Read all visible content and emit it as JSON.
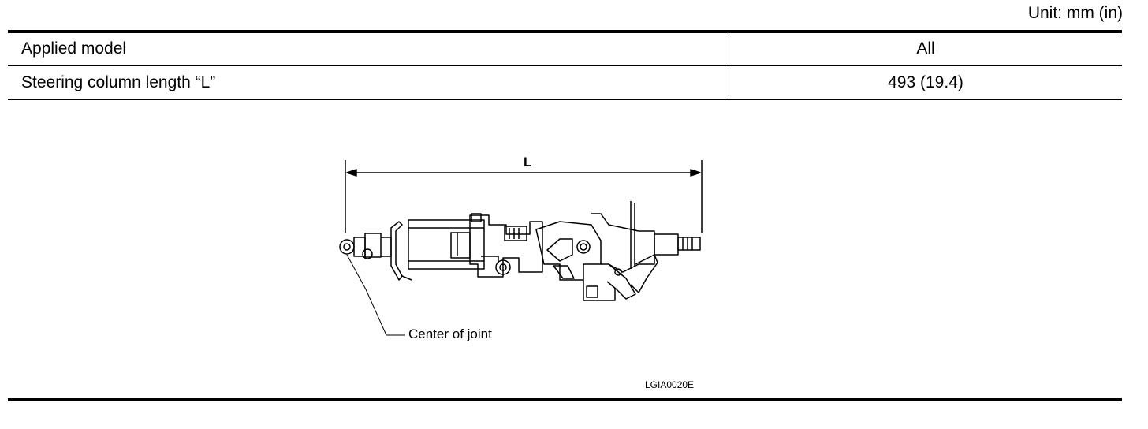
{
  "unit_note": "Unit: mm (in)",
  "table": {
    "rows": [
      {
        "label": "Applied model",
        "value": "All"
      },
      {
        "label": "Steering column length “L”",
        "value": "493 (19.4)"
      }
    ]
  },
  "figure": {
    "dimension_label": "L",
    "callout": "Center of joint",
    "figure_code": "LGIA0020E"
  }
}
